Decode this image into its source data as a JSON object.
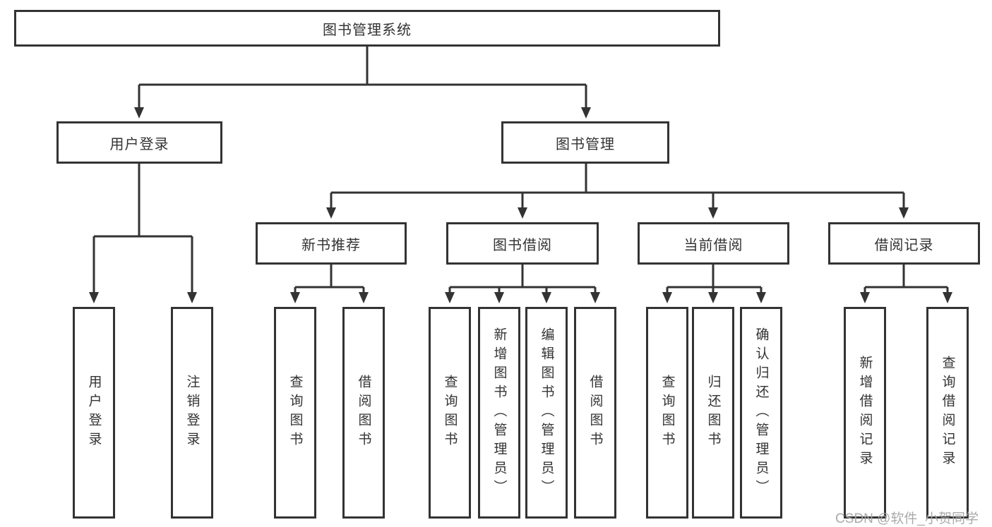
{
  "diagram": {
    "root": {
      "label": "图书管理系统"
    },
    "level2": [
      {
        "label": "用户登录"
      },
      {
        "label": "图书管理"
      }
    ],
    "level3": [
      {
        "label": "新书推荐"
      },
      {
        "label": "图书借阅"
      },
      {
        "label": "当前借阅"
      },
      {
        "label": "借阅记录"
      }
    ],
    "leaves": [
      {
        "label": "用户登录"
      },
      {
        "label": "注销登录"
      },
      {
        "label": "查询图书"
      },
      {
        "label": "借阅图书"
      },
      {
        "label": "查询图书"
      },
      {
        "label": "新增图书（管理员）"
      },
      {
        "label": "编辑图书（管理员）"
      },
      {
        "label": "借阅图书"
      },
      {
        "label": "查询图书"
      },
      {
        "label": "归还图书"
      },
      {
        "label": "确认归还（管理员）"
      },
      {
        "label": "新增借阅记录"
      },
      {
        "label": "查询借阅记录"
      }
    ]
  },
  "watermark": {
    "text": "CSDN @软件_小贺同学"
  },
  "colors": {
    "line": "#333333",
    "border": "#333333",
    "text": "#333333",
    "watermark": "#a5a5a5",
    "background": "#ffffff"
  }
}
